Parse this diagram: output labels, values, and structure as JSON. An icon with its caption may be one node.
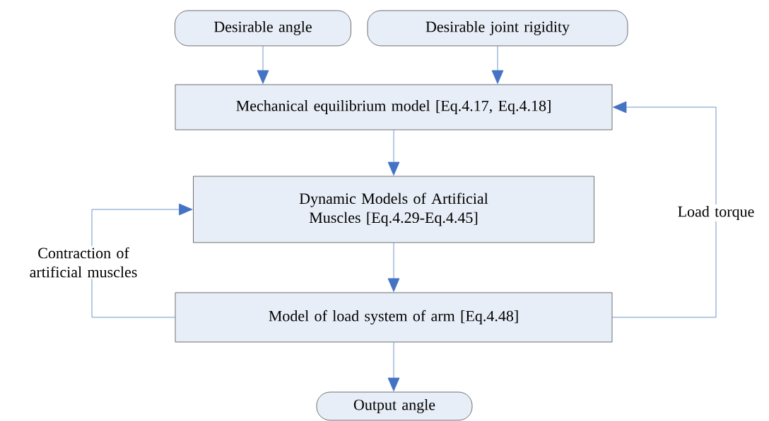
{
  "diagram": {
    "nodes": [
      {
        "text": [
          "Desirable angle"
        ]
      },
      {
        "text": [
          "Desirable joint rigidity"
        ]
      },
      {
        "text": [
          "Mechanical equilibrium model [Eq.4.17, Eq.4.18]"
        ]
      },
      {
        "text": [
          "Dynamic Models of Artificial Muscles [Eq.4.29-Eq.4.45]"
        ]
      },
      {
        "text": [
          "Model of load system of arm [Eq.4.48]"
        ]
      },
      {
        "text": [
          "Output angle"
        ]
      }
    ],
    "edges": [
      {
        "from": 0,
        "to": 2,
        "arrow": "to"
      },
      {
        "from": 1,
        "to": 2,
        "arrow": "to"
      },
      {
        "from": 2,
        "to": 3,
        "arrow": "to"
      },
      {
        "from": 3,
        "to": 4,
        "arrow": "to"
      },
      {
        "from": 4,
        "to": 5,
        "arrow": "to"
      },
      {
        "from": 4,
        "to": 3,
        "arrow": "to",
        "label": "Contraction of artificial muscles"
      },
      {
        "from": 4,
        "to": 2,
        "arrow": "to",
        "label": "Load torque"
      }
    ]
  }
}
